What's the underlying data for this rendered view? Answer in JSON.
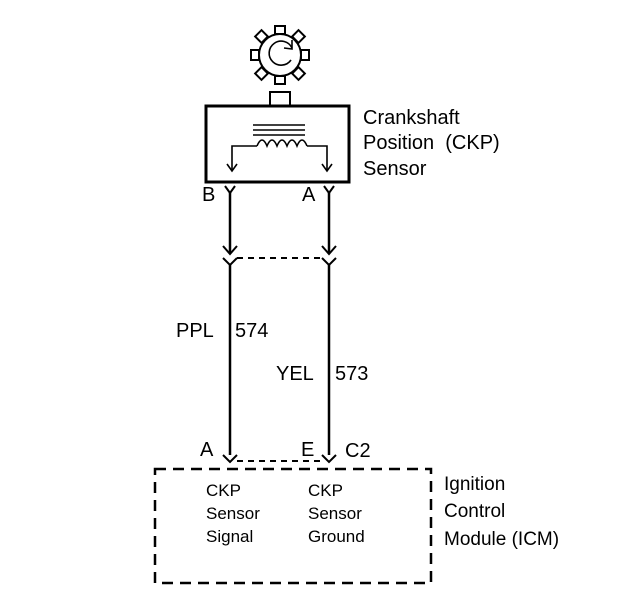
{
  "sensor": {
    "name_line1": "Crankshaft",
    "name_line2": "Position  (CKP)",
    "name_line3": "Sensor",
    "pin_left": "B",
    "pin_right": "A"
  },
  "wires": {
    "left_color": "PPL",
    "left_circuit": "574",
    "right_color": "YEL",
    "right_circuit": "573"
  },
  "icm": {
    "pin_left": "A",
    "pin_right": "E",
    "connector": "C2",
    "name_line1": "Ignition",
    "name_line2": "Control",
    "name_line3": "Module (ICM)",
    "signal_line1": "CKP",
    "signal_line2": "Sensor",
    "signal_line3": "Signal",
    "ground_line1": "CKP",
    "ground_line2": "Sensor",
    "ground_line3": "Ground"
  }
}
